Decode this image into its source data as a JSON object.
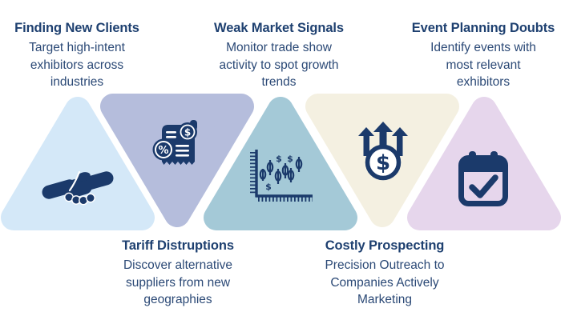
{
  "figure": {
    "type": "alternating-triangle-infographic",
    "colors": {
      "icon": "#1b3a6b",
      "title_text": "#1e4070",
      "body_text": "#2b4976",
      "background": "#ffffff"
    },
    "items": [
      {
        "title": "Finding New Clients",
        "description": "Target high-intent exhibitors across industries",
        "icon": "handshake-icon",
        "color": "#d4e8f8",
        "direction": "up",
        "label_position": "top"
      },
      {
        "title": "Tariff Distruptions",
        "description": "Discover alternative suppliers from new geographies",
        "icon": "tariff-receipt-icon",
        "color": "#b5bddc",
        "direction": "down",
        "label_position": "bottom"
      },
      {
        "title": "Weak Market Signals",
        "description": "Monitor trade show activity to spot growth trends",
        "icon": "candlestick-chart-icon",
        "color": "#a4c9d7",
        "direction": "up",
        "label_position": "top"
      },
      {
        "title": "Costly Prospecting",
        "description": "Precision Outreach to Companies Actively Marketing",
        "icon": "rising-dollar-icon",
        "color": "#f4f0e1",
        "direction": "down",
        "label_position": "bottom"
      },
      {
        "title": "Event Planning Doubts",
        "description": "Identify events with most relevant exhibitors",
        "icon": "calendar-check-icon",
        "color": "#e6d6ec",
        "direction": "up",
        "label_position": "top"
      }
    ]
  }
}
